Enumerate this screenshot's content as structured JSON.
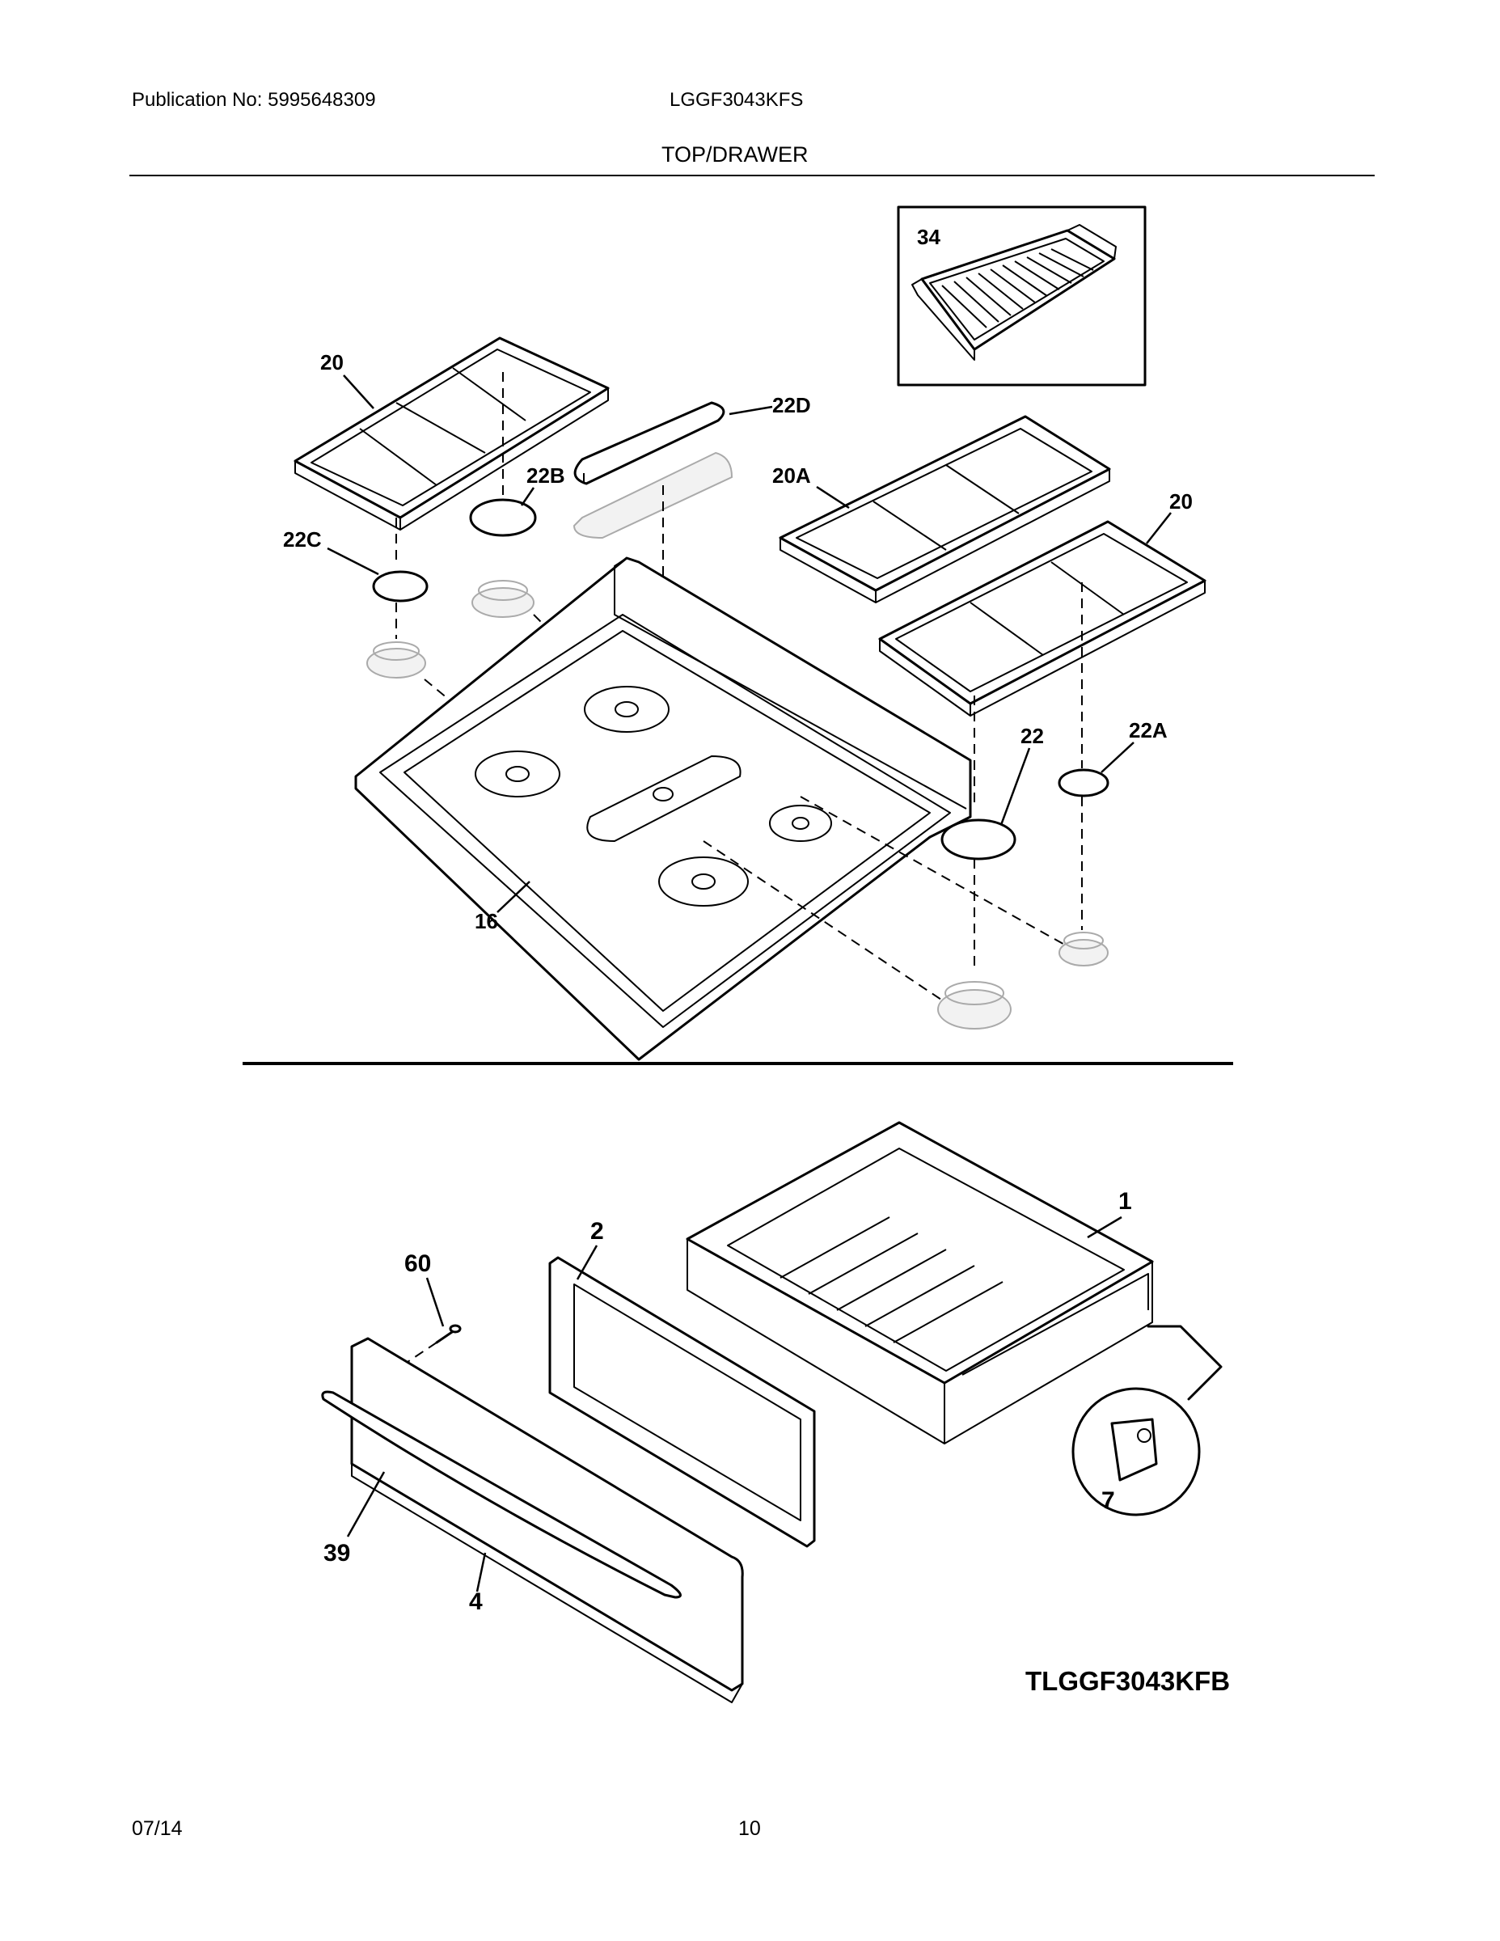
{
  "header": {
    "publication": "Publication No: 5995648309",
    "model": "LGGF3043KFS",
    "section": "TOP/DRAWER"
  },
  "footer": {
    "date": "07/14",
    "page": "10"
  },
  "callouts": {
    "p34": "34",
    "p20_left": "20",
    "p22D": "22D",
    "p22B": "22B",
    "p20A": "20A",
    "p20_right": "20",
    "p22C": "22C",
    "p22": "22",
    "p22A": "22A",
    "p16": "16",
    "p1": "1",
    "p2": "2",
    "p60": "60",
    "p7": "7",
    "p39": "39",
    "p4": "4"
  },
  "drawer_model": "TLGGF3043KFB"
}
